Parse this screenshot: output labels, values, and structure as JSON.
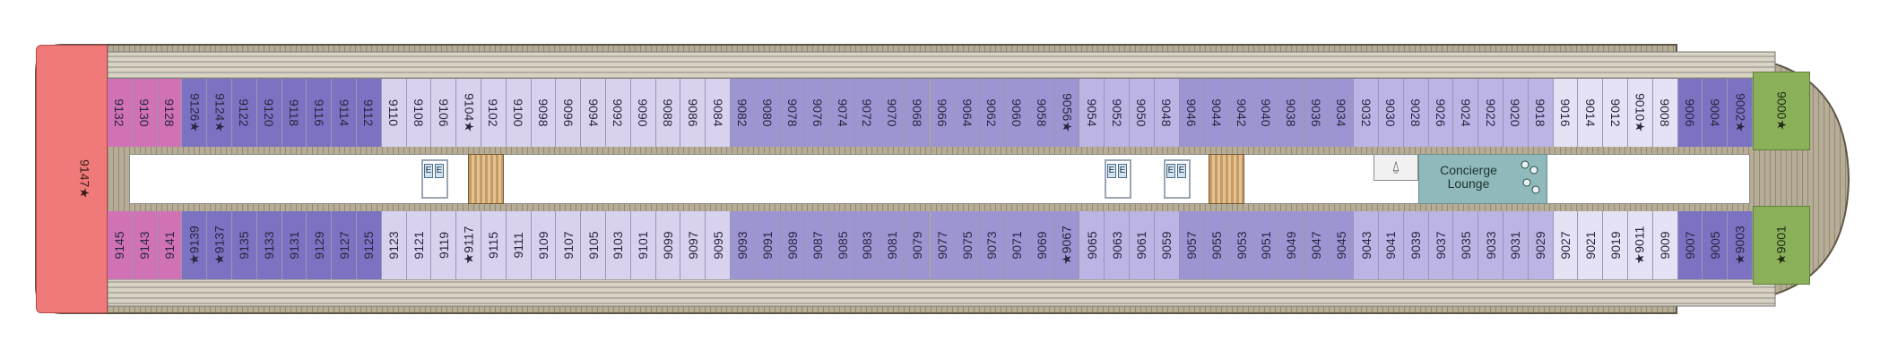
{
  "colors": {
    "deck_planking": "#a39a85",
    "hull_outline": "#5d5647",
    "corridor": "#ffffff",
    "stern_suite": "#f07a7a",
    "bow_suite": "#8bb05a",
    "concierge_lounge": "#8fb9ba",
    "stairs": "#c59b63",
    "cabin_palette": {
      "magenta": "#d072b4",
      "dark_violet": "#7b72c2",
      "medium_violet": "#9d95d2",
      "light_lavender": "#d8d2ef",
      "pale_lavender": "#e6e2f5",
      "lavender": "#bcb4e4"
    }
  },
  "cabins_top": [
    {
      "label": "9132",
      "color": "magenta"
    },
    {
      "label": "9130",
      "color": "magenta"
    },
    {
      "label": "9128",
      "color": "magenta"
    },
    {
      "label": "9126★",
      "color": "dark_violet"
    },
    {
      "label": "9124★",
      "color": "dark_violet"
    },
    {
      "label": "9122",
      "color": "dark_violet"
    },
    {
      "label": "9120",
      "color": "dark_violet"
    },
    {
      "label": "9118",
      "color": "dark_violet"
    },
    {
      "label": "9116",
      "color": "dark_violet"
    },
    {
      "label": "9114",
      "color": "dark_violet"
    },
    {
      "label": "9112",
      "color": "dark_violet"
    },
    {
      "label": "9110",
      "color": "light_lavender"
    },
    {
      "label": "9108",
      "color": "light_lavender"
    },
    {
      "label": "9106",
      "color": "light_lavender"
    },
    {
      "label": "9104★",
      "color": "light_lavender"
    },
    {
      "label": "9102",
      "color": "light_lavender"
    },
    {
      "label": "9100",
      "color": "light_lavender"
    },
    {
      "label": "9098",
      "color": "light_lavender"
    },
    {
      "label": "9096",
      "color": "light_lavender"
    },
    {
      "label": "9094",
      "color": "light_lavender"
    },
    {
      "label": "9092",
      "color": "light_lavender"
    },
    {
      "label": "9090",
      "color": "light_lavender"
    },
    {
      "label": "9088",
      "color": "light_lavender"
    },
    {
      "label": "9086",
      "color": "light_lavender"
    },
    {
      "label": "9084",
      "color": "light_lavender"
    },
    {
      "label": "9082",
      "color": "medium_violet"
    },
    {
      "label": "9080",
      "color": "medium_violet"
    },
    {
      "label": "9078",
      "color": "medium_violet"
    },
    {
      "label": "9076",
      "color": "medium_violet"
    },
    {
      "label": "9074",
      "color": "medium_violet"
    },
    {
      "label": "9072",
      "color": "medium_violet"
    },
    {
      "label": "9070",
      "color": "medium_violet"
    },
    {
      "label": "9068",
      "color": "medium_violet"
    },
    {
      "label": "9066",
      "color": "medium_violet"
    },
    {
      "label": "9064",
      "color": "medium_violet"
    },
    {
      "label": "9062",
      "color": "medium_violet"
    },
    {
      "label": "9060",
      "color": "medium_violet"
    },
    {
      "label": "9058",
      "color": "medium_violet"
    },
    {
      "label": "9056★",
      "color": "medium_violet"
    },
    {
      "label": "9054",
      "color": "lavender"
    },
    {
      "label": "9052",
      "color": "lavender"
    },
    {
      "label": "9050",
      "color": "lavender"
    },
    {
      "label": "9048",
      "color": "lavender"
    },
    {
      "label": "9046",
      "color": "medium_violet"
    },
    {
      "label": "9044",
      "color": "medium_violet"
    },
    {
      "label": "9042",
      "color": "medium_violet"
    },
    {
      "label": "9040",
      "color": "medium_violet"
    },
    {
      "label": "9038",
      "color": "medium_violet"
    },
    {
      "label": "9036",
      "color": "medium_violet"
    },
    {
      "label": "9034",
      "color": "medium_violet"
    },
    {
      "label": "9032",
      "color": "lavender"
    },
    {
      "label": "9030",
      "color": "lavender"
    },
    {
      "label": "9028",
      "color": "lavender"
    },
    {
      "label": "9026",
      "color": "lavender"
    },
    {
      "label": "9024",
      "color": "lavender"
    },
    {
      "label": "9022",
      "color": "lavender"
    },
    {
      "label": "9020",
      "color": "lavender"
    },
    {
      "label": "9018",
      "color": "lavender"
    },
    {
      "label": "9016",
      "color": "pale_lavender"
    },
    {
      "label": "9014",
      "color": "pale_lavender"
    },
    {
      "label": "9012",
      "color": "pale_lavender"
    },
    {
      "label": "9010★",
      "color": "pale_lavender"
    },
    {
      "label": "9008",
      "color": "pale_lavender"
    },
    {
      "label": "9006",
      "color": "dark_violet"
    },
    {
      "label": "9004",
      "color": "dark_violet"
    },
    {
      "label": "9002★",
      "color": "dark_violet"
    }
  ],
  "cabins_bottom": [
    {
      "label": "9145",
      "color": "magenta"
    },
    {
      "label": "9143",
      "color": "magenta"
    },
    {
      "label": "9141",
      "color": "magenta"
    },
    {
      "label": "★9139",
      "color": "dark_violet"
    },
    {
      "label": "★9137",
      "color": "dark_violet"
    },
    {
      "label": "9135",
      "color": "dark_violet"
    },
    {
      "label": "9133",
      "color": "dark_violet"
    },
    {
      "label": "9131",
      "color": "dark_violet"
    },
    {
      "label": "9129",
      "color": "dark_violet"
    },
    {
      "label": "9127",
      "color": "dark_violet"
    },
    {
      "label": "9125",
      "color": "dark_violet"
    },
    {
      "label": "9123",
      "color": "light_lavender"
    },
    {
      "label": "9121",
      "color": "light_lavender"
    },
    {
      "label": "9119",
      "color": "light_lavender"
    },
    {
      "label": "★9117",
      "color": "light_lavender"
    },
    {
      "label": "9115",
      "color": "light_lavender"
    },
    {
      "label": "9111",
      "color": "light_lavender"
    },
    {
      "label": "9109",
      "color": "light_lavender"
    },
    {
      "label": "9107",
      "color": "light_lavender"
    },
    {
      "label": "9105",
      "color": "light_lavender"
    },
    {
      "label": "9103",
      "color": "light_lavender"
    },
    {
      "label": "9101",
      "color": "light_lavender"
    },
    {
      "label": "9099",
      "color": "light_lavender"
    },
    {
      "label": "9097",
      "color": "light_lavender"
    },
    {
      "label": "9095",
      "color": "light_lavender"
    },
    {
      "label": "9093",
      "color": "medium_violet"
    },
    {
      "label": "9091",
      "color": "medium_violet"
    },
    {
      "label": "9089",
      "color": "medium_violet"
    },
    {
      "label": "9087",
      "color": "medium_violet"
    },
    {
      "label": "9085",
      "color": "medium_violet"
    },
    {
      "label": "9083",
      "color": "medium_violet"
    },
    {
      "label": "9081",
      "color": "medium_violet"
    },
    {
      "label": "9079",
      "color": "medium_violet"
    },
    {
      "label": "9077",
      "color": "medium_violet"
    },
    {
      "label": "9075",
      "color": "medium_violet"
    },
    {
      "label": "9073",
      "color": "medium_violet"
    },
    {
      "label": "9071",
      "color": "medium_violet"
    },
    {
      "label": "9069",
      "color": "medium_violet"
    },
    {
      "label": "★9067",
      "color": "medium_violet"
    },
    {
      "label": "9065",
      "color": "lavender"
    },
    {
      "label": "9063",
      "color": "lavender"
    },
    {
      "label": "9061",
      "color": "lavender"
    },
    {
      "label": "9059",
      "color": "lavender"
    },
    {
      "label": "9057",
      "color": "medium_violet"
    },
    {
      "label": "9055",
      "color": "medium_violet"
    },
    {
      "label": "9053",
      "color": "medium_violet"
    },
    {
      "label": "9051",
      "color": "medium_violet"
    },
    {
      "label": "9049",
      "color": "medium_violet"
    },
    {
      "label": "9047",
      "color": "medium_violet"
    },
    {
      "label": "9045",
      "color": "medium_violet"
    },
    {
      "label": "9043",
      "color": "lavender"
    },
    {
      "label": "9041",
      "color": "lavender"
    },
    {
      "label": "9039",
      "color": "lavender"
    },
    {
      "label": "9037",
      "color": "lavender"
    },
    {
      "label": "9035",
      "color": "lavender"
    },
    {
      "label": "9033",
      "color": "lavender"
    },
    {
      "label": "9031",
      "color": "lavender"
    },
    {
      "label": "9029",
      "color": "lavender"
    },
    {
      "label": "9027",
      "color": "pale_lavender"
    },
    {
      "label": "9021",
      "color": "pale_lavender"
    },
    {
      "label": "9019",
      "color": "pale_lavender"
    },
    {
      "label": "★9011",
      "color": "pale_lavender"
    },
    {
      "label": "9009",
      "color": "pale_lavender"
    },
    {
      "label": "9007",
      "color": "dark_violet"
    },
    {
      "label": "9005",
      "color": "dark_violet"
    },
    {
      "label": "★9003",
      "color": "dark_violet"
    }
  ],
  "stern_suite": {
    "label": "9147★"
  },
  "bow_suites": [
    {
      "label": "9000★"
    },
    {
      "label": "★9001"
    }
  ],
  "concierge_lounge": {
    "line1": "Concierge",
    "line2": "Lounge"
  },
  "elevator_marks": [
    "E",
    "E"
  ]
}
